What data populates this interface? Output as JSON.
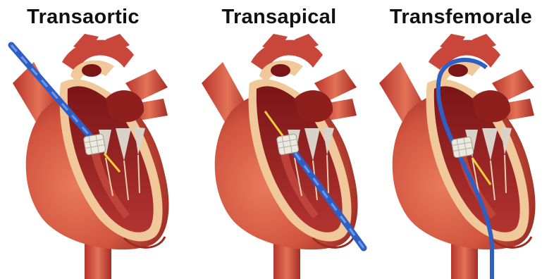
{
  "panels": [
    {
      "label": "Transaortic"
    },
    {
      "label": "Transapical"
    },
    {
      "label": "Transfemorale"
    }
  ],
  "colors": {
    "heart_outer": "#d2553f",
    "heart_dark": "#8f1f1c",
    "chamber": "#a3282a",
    "endocardium": "#f1c89a",
    "catheter": "#3f6fd0",
    "valve": "#e6e6df",
    "wire": "#f2d23a"
  },
  "icons": [
    "heart-illustration",
    "catheter-icon",
    "prosthetic-valve-icon"
  ]
}
